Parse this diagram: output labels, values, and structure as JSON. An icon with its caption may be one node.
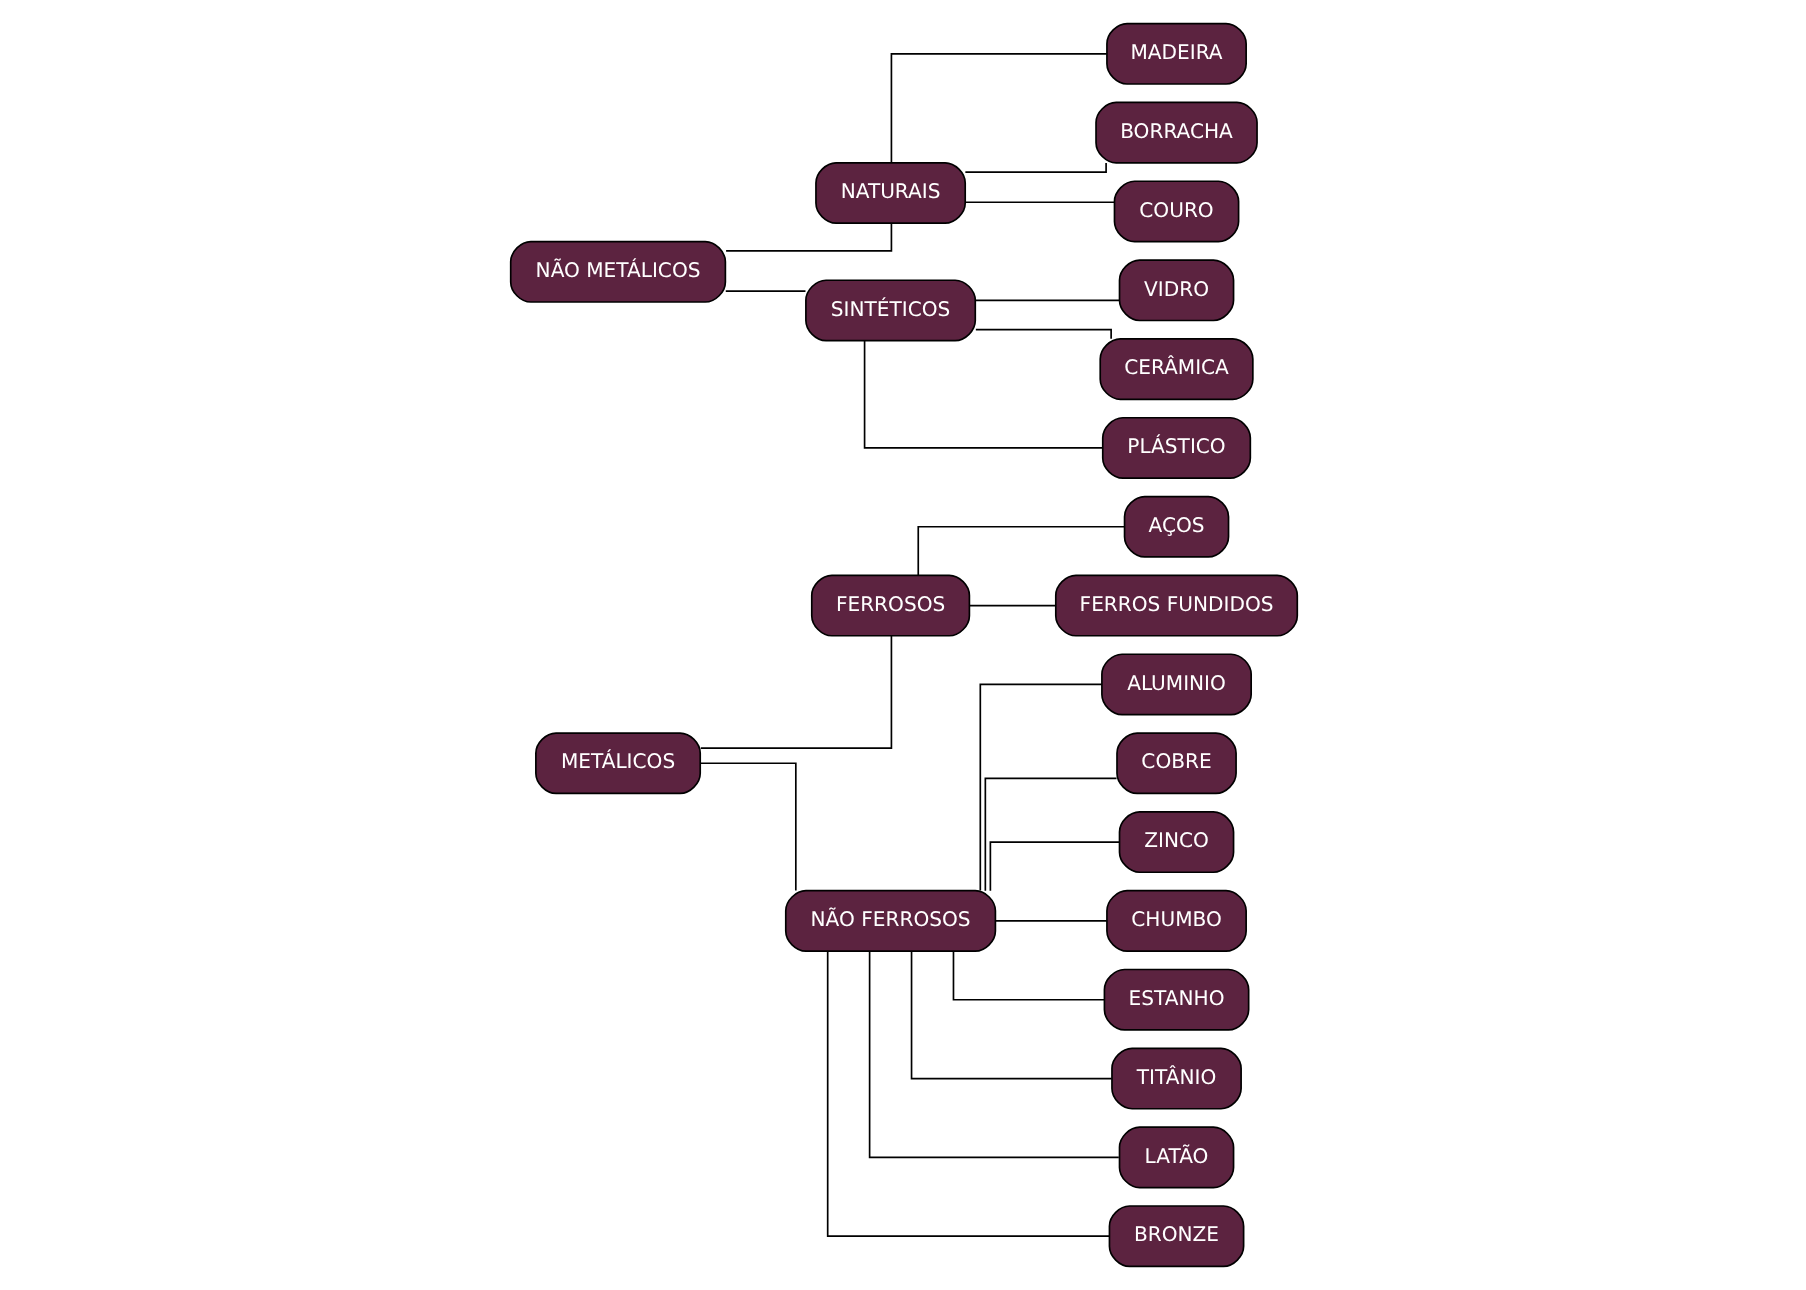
{
  "diagram": {
    "nodes": [
      {
        "text": [
          "METÁLICOS"
        ]
      },
      {
        "text": [
          "FERROSOS"
        ]
      },
      {
        "text": [
          "AÇOS"
        ]
      },
      {
        "text": [
          "FERROS FUNDIDOS"
        ]
      },
      {
        "text": [
          "NÃO FERROSOS"
        ]
      },
      {
        "text": [
          "ALUMINIO"
        ]
      },
      {
        "text": [
          "COBRE"
        ]
      },
      {
        "text": [
          "ZINCO"
        ]
      },
      {
        "text": [
          "CHUMBO"
        ]
      },
      {
        "text": [
          "ESTANHO"
        ]
      },
      {
        "text": [
          "TITÂNIO"
        ]
      },
      {
        "text": [
          "LATÃO"
        ]
      },
      {
        "text": [
          "BRONZE"
        ]
      },
      {
        "text": [
          "NÃO METÁLICOS"
        ]
      },
      {
        "text": [
          "NATURAIS"
        ]
      },
      {
        "text": [
          "MADEIRA"
        ]
      },
      {
        "text": [
          "BORRACHA"
        ]
      },
      {
        "text": [
          "COURO"
        ]
      },
      {
        "text": [
          "SINTÉTICOS"
        ]
      },
      {
        "text": [
          "VIDRO"
        ]
      },
      {
        "text": [
          "CERÂMICA"
        ]
      },
      {
        "text": [
          "PLÁSTICO"
        ]
      }
    ],
    "edges": [
      {
        "from": 0,
        "to": 1,
        "arrow": "none"
      },
      {
        "from": 0,
        "to": 4,
        "arrow": "none"
      },
      {
        "from": 1,
        "to": 2,
        "arrow": "none"
      },
      {
        "from": 1,
        "to": 3,
        "arrow": "none"
      },
      {
        "from": 4,
        "to": 5,
        "arrow": "none"
      },
      {
        "from": 4,
        "to": 6,
        "arrow": "none"
      },
      {
        "from": 4,
        "to": 7,
        "arrow": "none"
      },
      {
        "from": 4,
        "to": 8,
        "arrow": "none"
      },
      {
        "from": 4,
        "to": 9,
        "arrow": "none"
      },
      {
        "from": 4,
        "to": 10,
        "arrow": "none"
      },
      {
        "from": 4,
        "to": 11,
        "arrow": "none"
      },
      {
        "from": 4,
        "to": 12,
        "arrow": "none"
      },
      {
        "from": 13,
        "to": 14,
        "arrow": "none"
      },
      {
        "from": 13,
        "to": 18,
        "arrow": "none"
      },
      {
        "from": 14,
        "to": 15,
        "arrow": "none"
      },
      {
        "from": 14,
        "to": 16,
        "arrow": "none"
      },
      {
        "from": 14,
        "to": 17,
        "arrow": "none"
      },
      {
        "from": 18,
        "to": 19,
        "arrow": "none"
      },
      {
        "from": 18,
        "to": 20,
        "arrow": "none"
      },
      {
        "from": 18,
        "to": 21,
        "arrow": "none"
      }
    ]
  }
}
